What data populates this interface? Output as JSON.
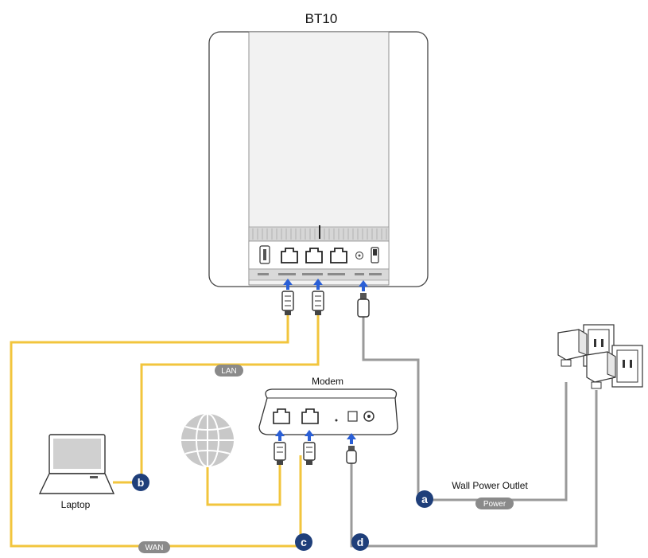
{
  "router": {
    "title": "BT10"
  },
  "modem": {
    "label": "Modem"
  },
  "laptop": {
    "label": "Laptop"
  },
  "wall": {
    "label": "Wall Power Outlet"
  },
  "cables": {
    "lan": "LAN",
    "wan": "WAN",
    "power": "Power"
  },
  "steps": {
    "a": "a",
    "b": "b",
    "c": "c",
    "d": "d"
  },
  "colors": {
    "ethernet": "#f2c53d",
    "power_cable": "#9a9a9a",
    "badge": "#1f3f7a",
    "pill": "#8a8a8a",
    "arrow": "#2a5fd6"
  }
}
